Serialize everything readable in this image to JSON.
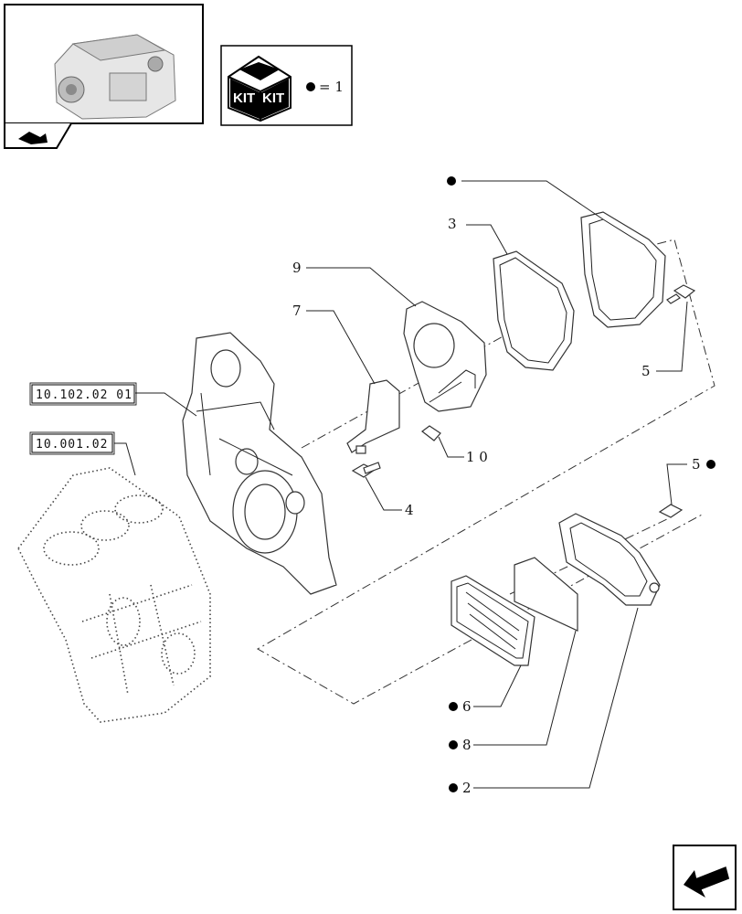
{
  "diagram": {
    "kit_box": {
      "kit_label_left": "KIT",
      "kit_label_right": "KIT",
      "legend_text": "= 1"
    },
    "callouts": {
      "item_9": "9",
      "item_7": "7",
      "item_3": "3",
      "item_5_top": "5",
      "item_5_bottom": "5",
      "item_10": "1 0",
      "item_4": "4",
      "item_6": "6",
      "item_8": "8",
      "item_2": "2"
    },
    "references": {
      "ref_a": "10.102.02 01",
      "ref_b": "10.001.02"
    }
  }
}
